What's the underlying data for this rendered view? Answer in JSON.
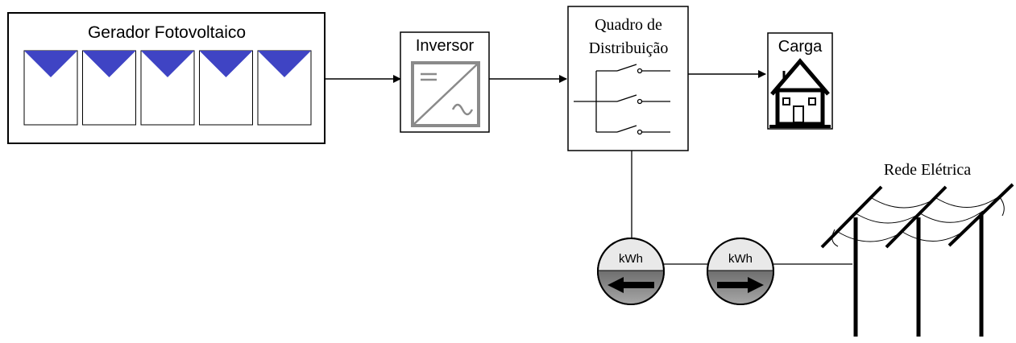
{
  "generator": {
    "title": "Gerador Fotovoltaico",
    "panel_count": 5,
    "panel_fill": "#ffffff",
    "triangle_color": "#3f44c4"
  },
  "inverter": {
    "title": "Inversor",
    "icon": "dc-ac-converter-icon"
  },
  "distribution": {
    "title_line1": "Quadro de",
    "title_line2": "Distribuição",
    "switch_count": 3
  },
  "load": {
    "title": "Carga",
    "icon": "house-icon"
  },
  "meters": [
    {
      "label": "kWh",
      "direction": "left"
    },
    {
      "label": "kWh",
      "direction": "right"
    }
  ],
  "grid": {
    "title": "Rede Elétrica",
    "icon": "power-pole-icon"
  },
  "colors": {
    "line": "#000000",
    "meter_band": "#8c8c8c",
    "meter_top": "#e8e8e8",
    "icon_gray": "#8a8a8a"
  }
}
